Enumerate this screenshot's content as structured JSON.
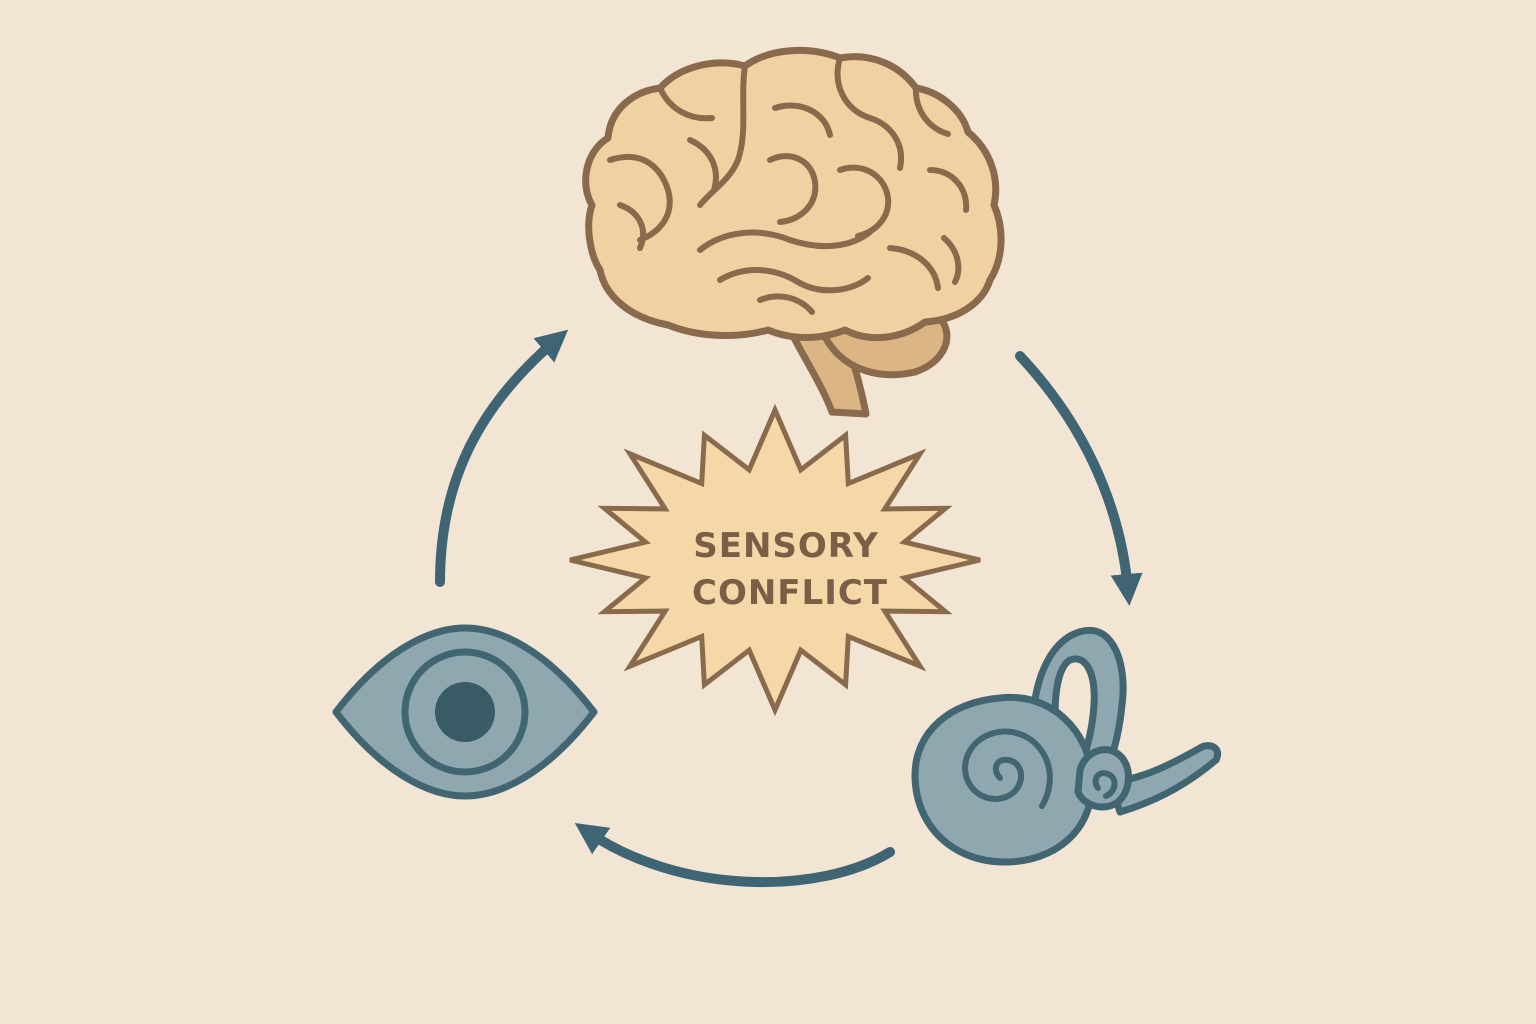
{
  "center_label": {
    "line1": "SENSORY",
    "line2": "CONFLICT"
  },
  "nodes": [
    {
      "name": "brain",
      "icon": "brain-icon"
    },
    {
      "name": "inner-ear",
      "icon": "inner-ear-icon"
    },
    {
      "name": "eye",
      "icon": "eye-icon"
    }
  ],
  "cycle": {
    "direction": "clockwise",
    "order": [
      "brain",
      "inner-ear",
      "eye",
      "brain"
    ]
  },
  "colors": {
    "background": "#f3e5d3",
    "brain_fill": "#f0d2a2",
    "brain_shadow": "#dcb584",
    "outline_brown": "#8a6a4c",
    "burst_fill": "#f5d8a8",
    "label_text": "#7a5e46",
    "arrow_blue": "#3f6474",
    "organ_fill": "#8fa8b0",
    "organ_outline": "#426572",
    "pupil": "#3a5a66"
  }
}
